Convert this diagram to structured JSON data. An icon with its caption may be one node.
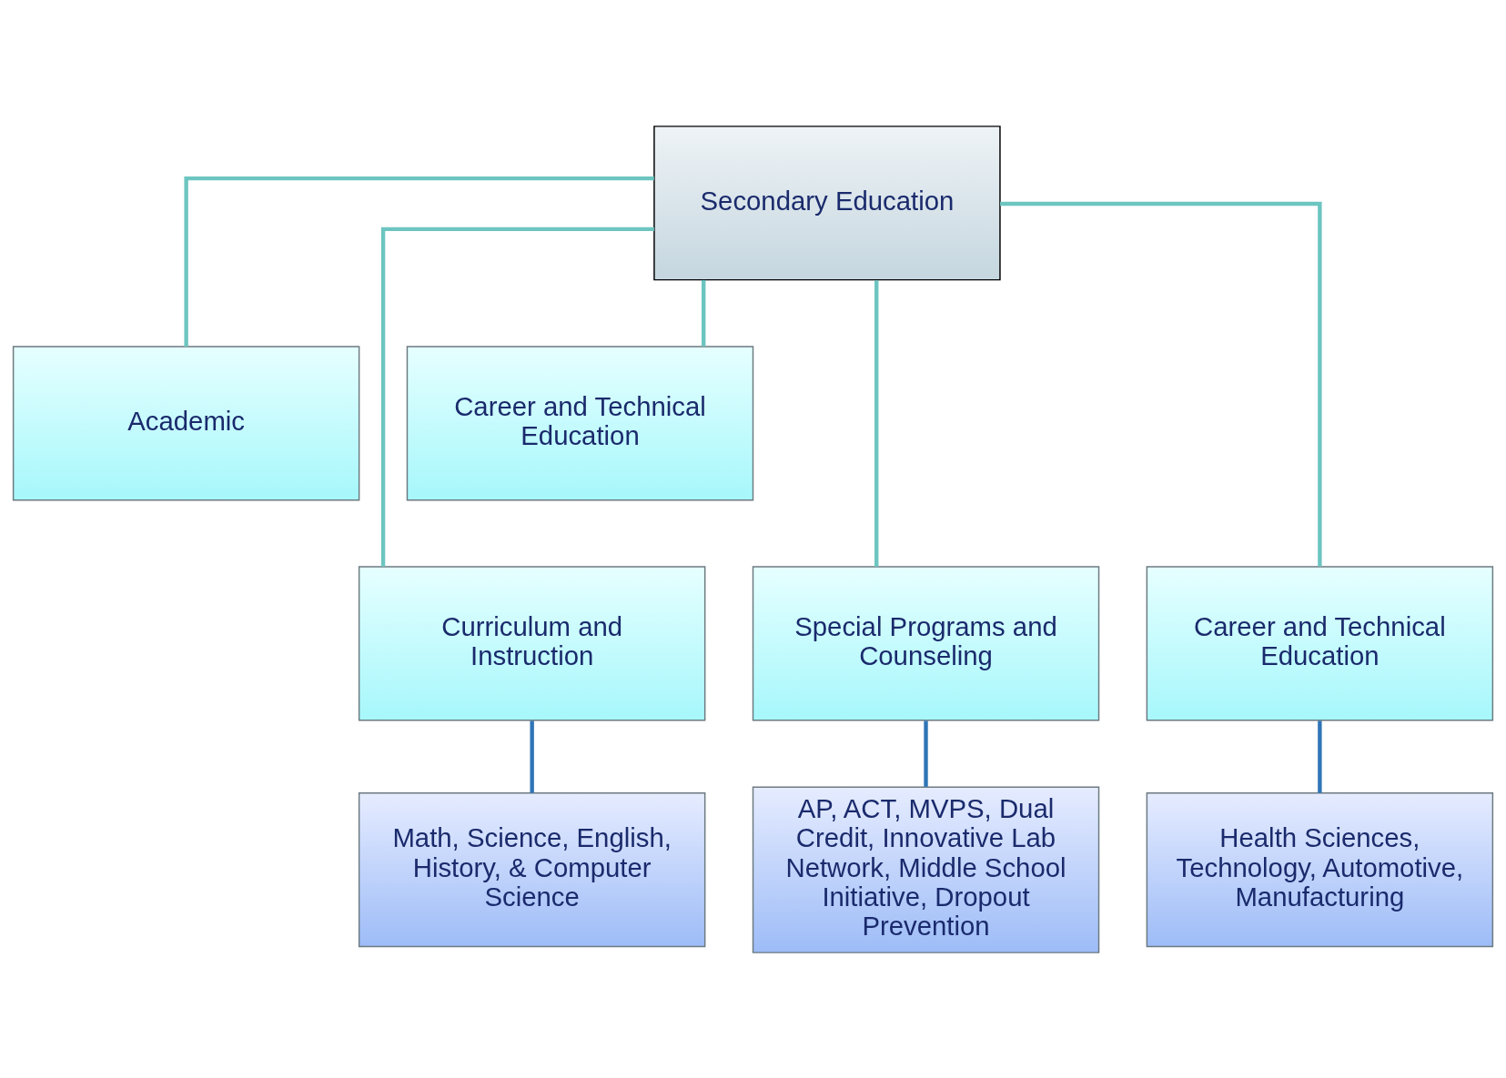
{
  "diagram": {
    "nodes": [
      {
        "text": [
          "Secondary Education"
        ]
      },
      {
        "text": [
          "Academic"
        ]
      },
      {
        "text": [
          "Career and Technical Education"
        ]
      },
      {
        "text": [
          "Curriculum and Instruction"
        ]
      },
      {
        "text": [
          "Special Programs and Counseling"
        ]
      },
      {
        "text": [
          "Career and Technical Education"
        ]
      },
      {
        "text": [
          "Math, Science, English, History, & Computer Science"
        ]
      },
      {
        "text": [
          "AP, ACT, MVPS, Dual Credit, Innovative Lab Network, Middle School Initiative, Dropout Prevention"
        ]
      },
      {
        "text": [
          "Health Sciences, Technology, Automotive, Manufacturing"
        ]
      }
    ],
    "edges": [
      {
        "from": 0,
        "to": 1,
        "arrow": "none"
      },
      {
        "from": 0,
        "to": 2,
        "arrow": "none"
      },
      {
        "from": 0,
        "to": 3,
        "arrow": "none"
      },
      {
        "from": 0,
        "to": 4,
        "arrow": "none"
      },
      {
        "from": 0,
        "to": 5,
        "arrow": "none"
      },
      {
        "from": 3,
        "to": 6,
        "arrow": "none",
        "color": "#2e75b6"
      },
      {
        "from": 4,
        "to": 7,
        "arrow": "none",
        "color": "#2e75b6"
      },
      {
        "from": 5,
        "to": 8,
        "arrow": "none",
        "color": "#2e75b6"
      }
    ]
  }
}
